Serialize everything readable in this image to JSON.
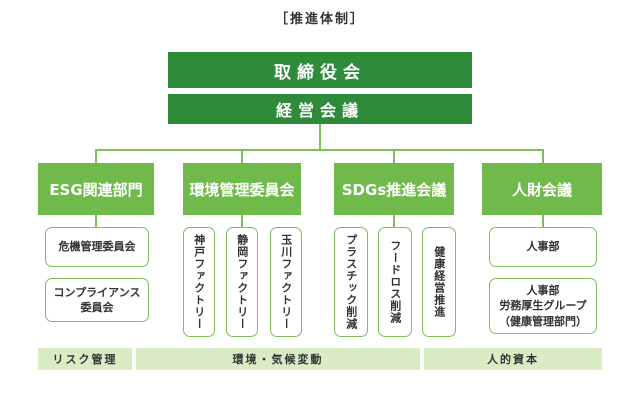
{
  "title": "［推進体制］",
  "top": {
    "board": "取締役会",
    "management": "経営会議"
  },
  "committees": [
    {
      "label": "ESG関連部門",
      "subs": [
        "危機管理委員会",
        "コンプライアンス\n委員会"
      ]
    },
    {
      "label": "環境管理委員会",
      "subs": [
        "神戸ファクトリー",
        "静岡ファクトリー",
        "玉川ファクトリー"
      ]
    },
    {
      "label": "SDGs推進会議",
      "subs": [
        "プラスチック削減",
        "フードロス削減",
        "健康経営推進"
      ]
    },
    {
      "label": "人財会議",
      "subs": [
        "人事部",
        "人事部\n労務厚生グループ\n（健康管理部門）"
      ]
    }
  ],
  "footer": {
    "risk": "リスク管理",
    "environment": "環境・気候変動",
    "human_capital": "人的資本"
  },
  "colors": {
    "dark_green": "#2e8b3a",
    "mid_green": "#6fba4a",
    "light_green": "#d9ecc6"
  }
}
